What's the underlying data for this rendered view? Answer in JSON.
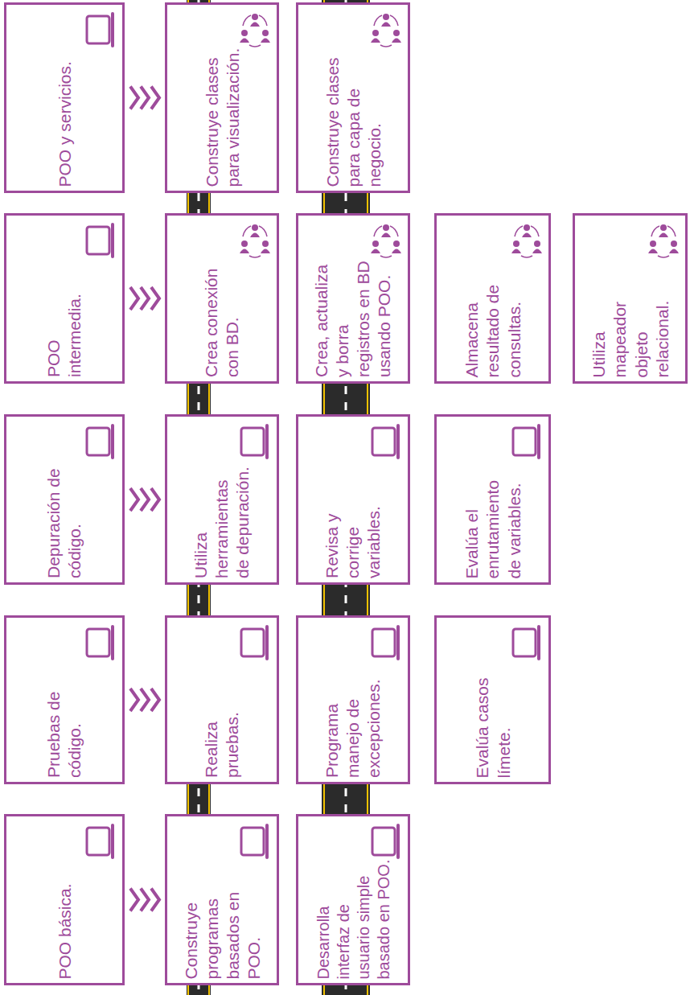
{
  "diagram": {
    "nodes": [
      {
        "text": [
          "POO básica."
        ]
      },
      {
        "text": [
          "Construye programas basados en POO."
        ]
      },
      {
        "text": [
          "Desarrolla interfaz de usuario simple basado en POO."
        ]
      },
      {
        "text": [
          "Pruebas de código."
        ]
      },
      {
        "text": [
          "Realiza pruebas."
        ]
      },
      {
        "text": [
          "Programa manejo de excepciones."
        ]
      },
      {
        "text": [
          "Evalúa casos límete."
        ]
      },
      {
        "text": [
          "Depuración de código."
        ]
      },
      {
        "text": [
          "Utiliza herramientas de depuración."
        ]
      },
      {
        "text": [
          "Revisa y corrige variables."
        ]
      },
      {
        "text": [
          "Evalúa el enrutamiento de variables."
        ]
      },
      {
        "text": [
          "POO intermedia."
        ]
      },
      {
        "text": [
          "Crea conexión con BD."
        ]
      },
      {
        "text": [
          "Crea, actualiza y borra registros en BD usando POO."
        ]
      },
      {
        "text": [
          "Almacena resultado de consultas."
        ]
      },
      {
        "text": [
          "Utiliza mapeador objeto relacional."
        ]
      },
      {
        "text": [
          "POO y servicios."
        ]
      },
      {
        "text": [
          "Construye clases para visualización."
        ]
      },
      {
        "text": [
          "Construye clases para capa de negocio."
        ]
      }
    ],
    "edges": [
      {
        "from": 0,
        "to": 1,
        "arrow": "to"
      },
      {
        "from": 3,
        "to": 4,
        "arrow": "to"
      },
      {
        "from": 7,
        "to": 8,
        "arrow": "to"
      },
      {
        "from": 11,
        "to": 12,
        "arrow": "to"
      },
      {
        "from": 16,
        "to": 17,
        "arrow": "to"
      }
    ]
  }
}
